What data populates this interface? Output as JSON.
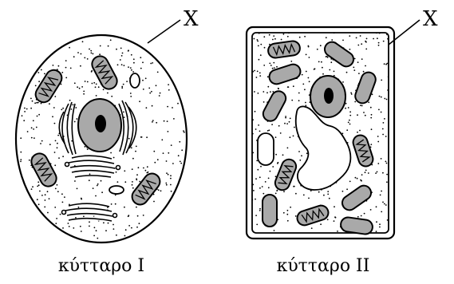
{
  "labels": {
    "pointer_left": "X",
    "pointer_right": "X",
    "caption_left": "κύτταρο Ι",
    "caption_right": "κύτταρο ΙΙ"
  },
  "colors": {
    "stroke": "#000000",
    "organelle_gray": "#a9a9a9",
    "nucleolus": "#000000",
    "background": "#ffffff"
  }
}
